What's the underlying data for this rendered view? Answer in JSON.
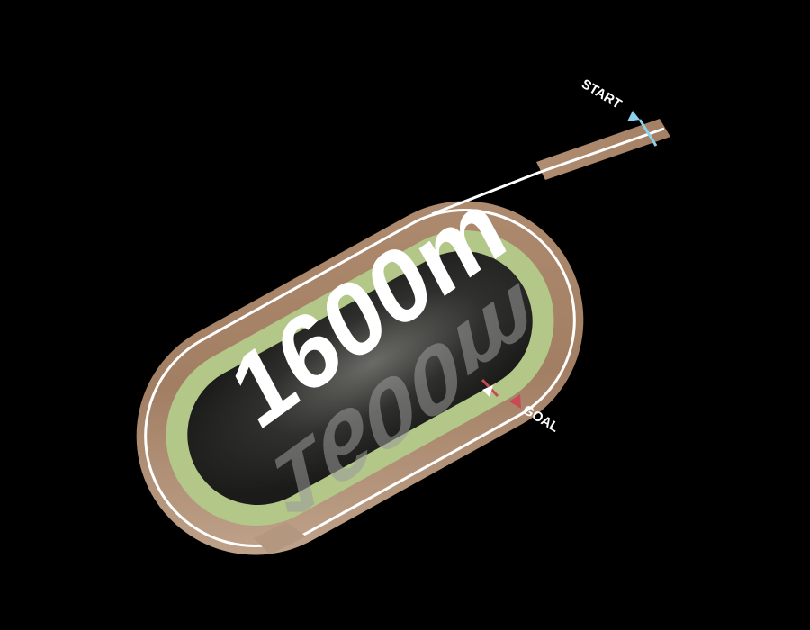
{
  "course": {
    "distance_label": "1600m",
    "start_label": "START",
    "goal_label": "GOAL"
  },
  "colors": {
    "background": "#000000",
    "track_dirt": "#a9876d",
    "track_dirt_light": "#c7a78c",
    "turf_green": "#b5c889",
    "infield": "#2e2e2e",
    "rail": "#ffffff",
    "start_marker": "#8fd0ec",
    "goal_marker": "#c84a55"
  }
}
